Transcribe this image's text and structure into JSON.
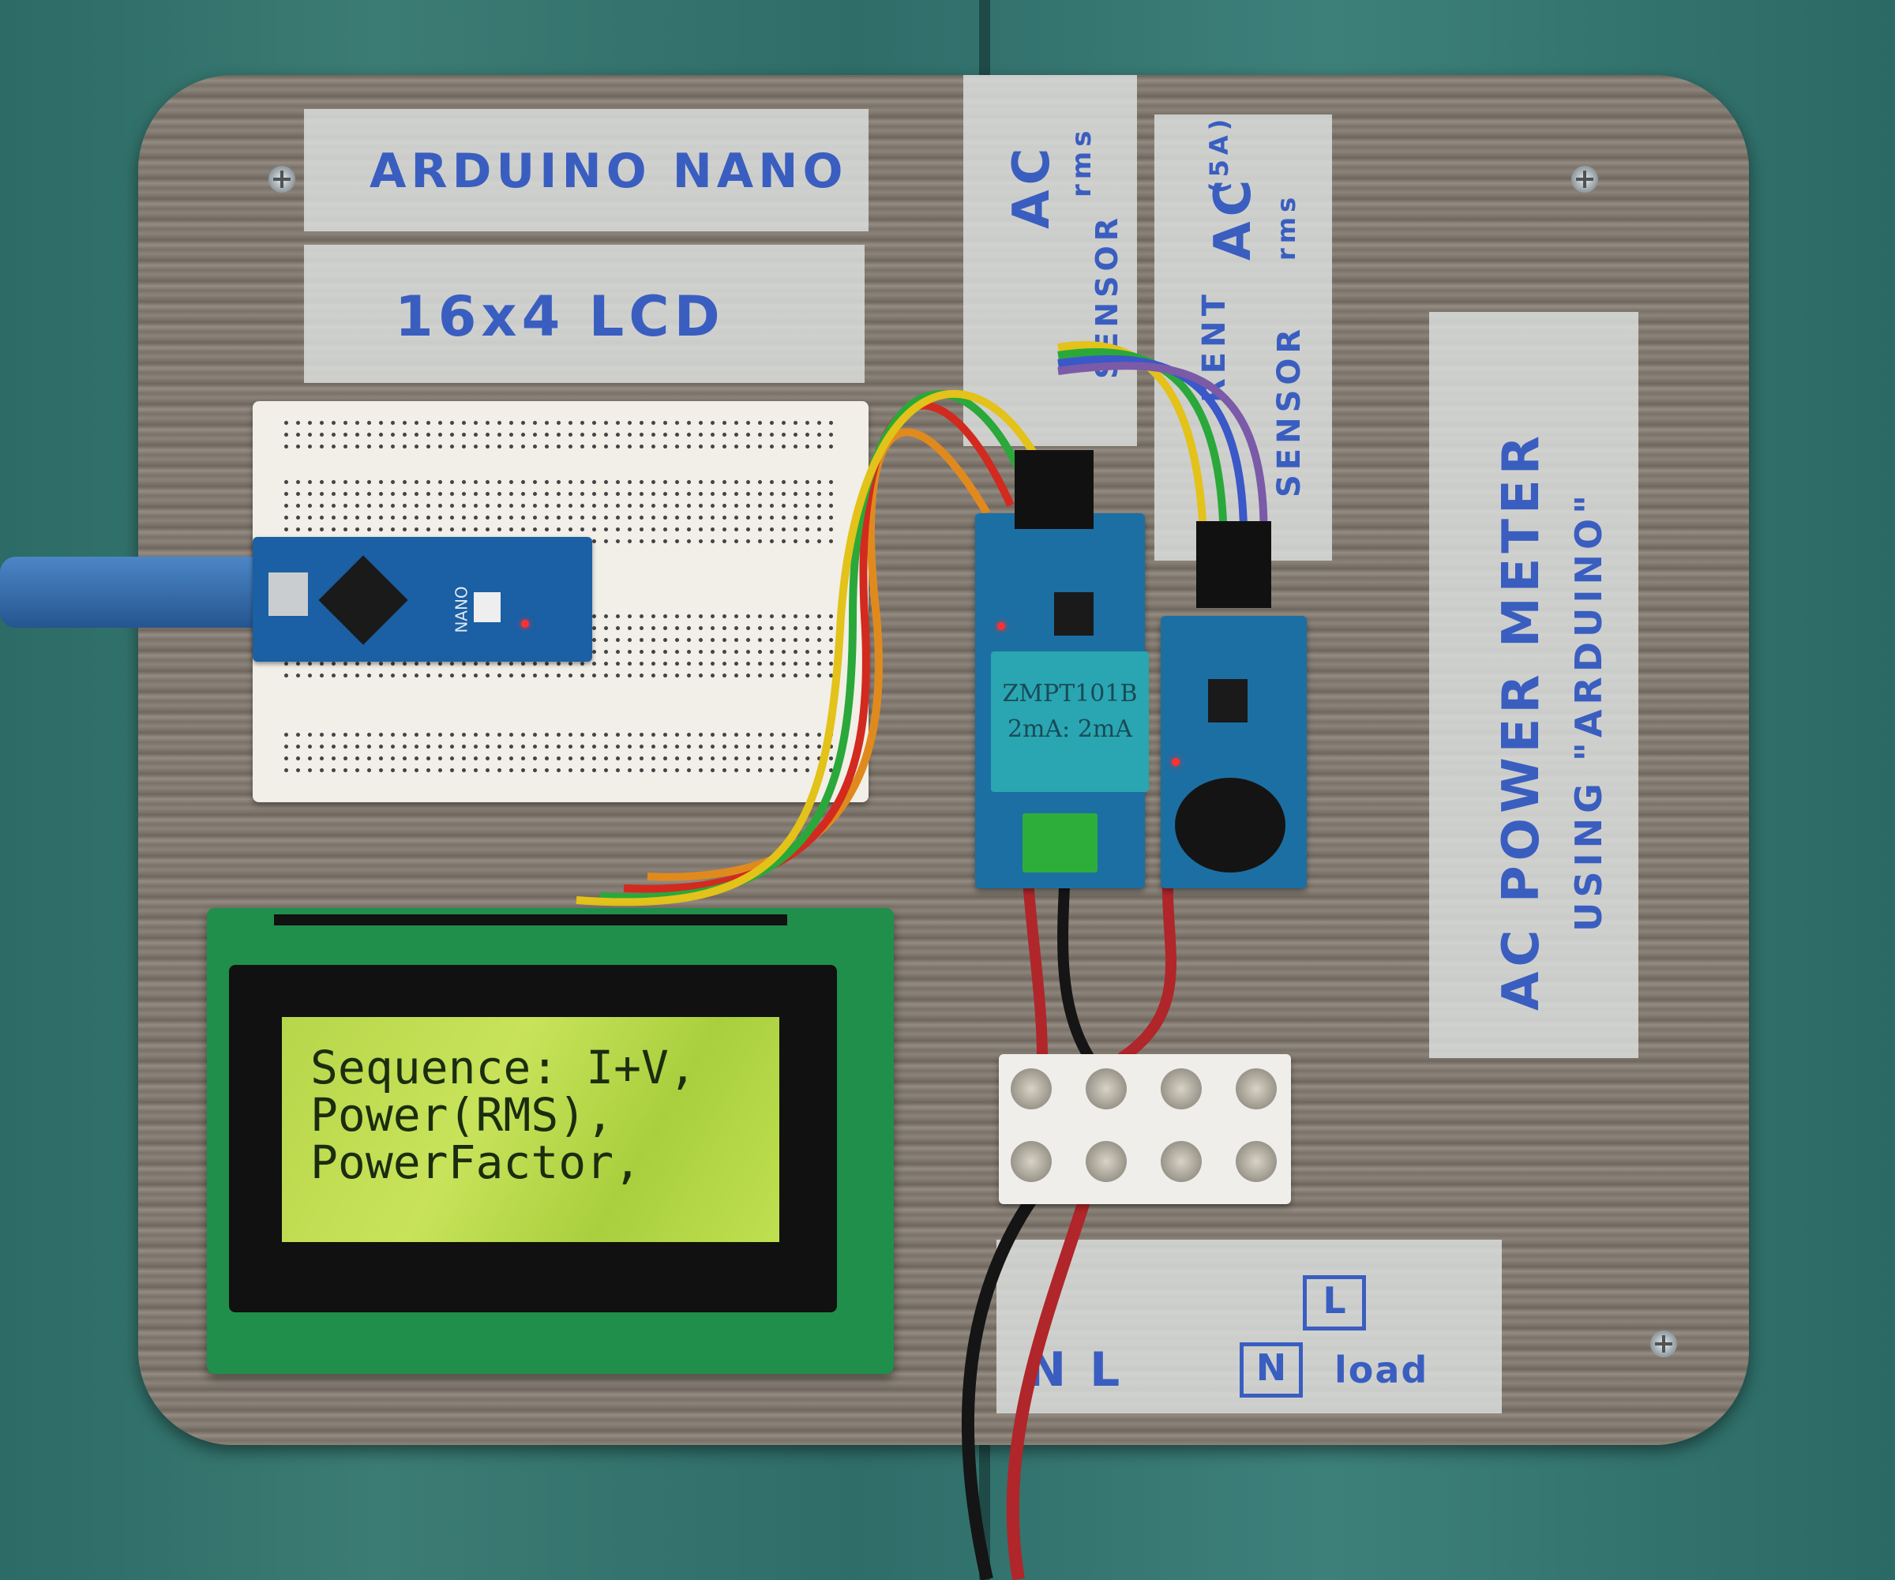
{
  "labels": {
    "arduino": "ARDUINO NANO",
    "lcd": "16x4 LCD",
    "voltage_ac": "AC",
    "voltage_rms": "rms",
    "voltage_sensor": "SENSOR",
    "current_ac": "AC",
    "current_sa": "(5A)",
    "current_rms": "rms",
    "current_line1": "RENT",
    "current_sensor": "SENSOR",
    "title": "AC POWER METER",
    "title_sub": "USING \"ARDUINO\""
  },
  "lcd_display": {
    "line1": "Sequence: I+V,",
    "line2": "Power(RMS),",
    "line3": "PowerFactor,",
    "line4": ""
  },
  "components": {
    "zmpt_name": "ZMPT101B",
    "zmpt_rating": "2mA: 2mA",
    "nano_label": "NANO"
  },
  "diagram": {
    "n": "N",
    "l": "L",
    "box_l": "L",
    "box_n": "N",
    "load": "load"
  },
  "colors": {
    "ink": "#3a5ec0",
    "board": "#8c847a",
    "table": "#2f6e68",
    "lcd_backlight": "#c8e35a",
    "pcb_green": "#1f8f4b",
    "module_blue": "#1c6fa3"
  }
}
